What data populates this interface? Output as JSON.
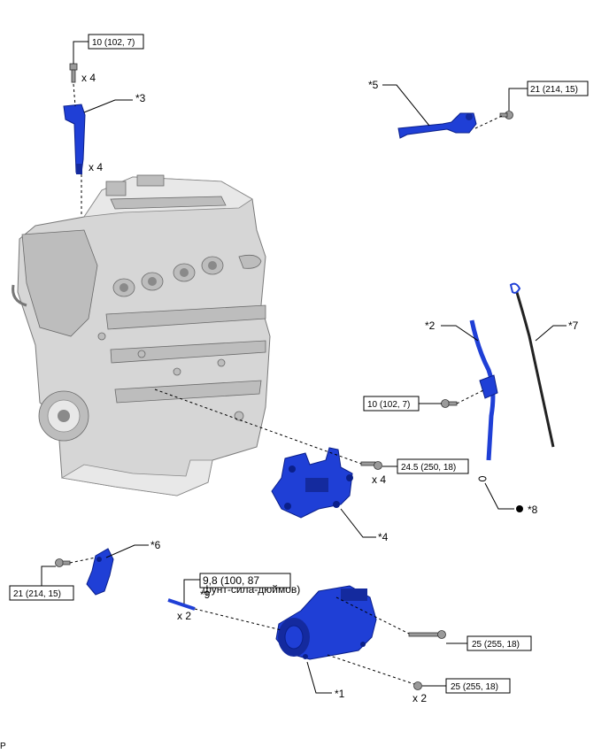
{
  "torque_specs": {
    "ignition_coil_bolt": "10 (102, 7)",
    "oil_cooler_hose_bolt": "21 (214, 15)",
    "oil_level_gauge_guide_bolt": "10 (102, 7)",
    "bracket_bolt": "24.5 (250, 18)",
    "sensor_bracket_bolt": "21 (214, 15)",
    "stud_bolt_line1": "9,8 (100, 87",
    "stud_bolt_line2": "фунт-сила-дюймов)",
    "compressor_bolt_upper": "25 (255, 18)",
    "compressor_bolt_lower": "25 (255, 18)"
  },
  "quantities": {
    "coil_bolt_qty": "x 4",
    "coil_qty": "x 4",
    "bracket_bolt_qty": "x 4",
    "stud_qty": "x 2",
    "compressor_bolt_qty": "x 2"
  },
  "callouts": {
    "c1": "*1",
    "c2": "*2",
    "c3": "*3",
    "c4": "*4",
    "c5": "*5",
    "c6": "*6",
    "c7": "*7",
    "c8": "*8",
    "c9": "*9"
  },
  "footer": {
    "code": "P"
  },
  "colors": {
    "part_highlight": "#1f3fd6",
    "engine_body": "#d6d6d6",
    "line": "#000000"
  }
}
